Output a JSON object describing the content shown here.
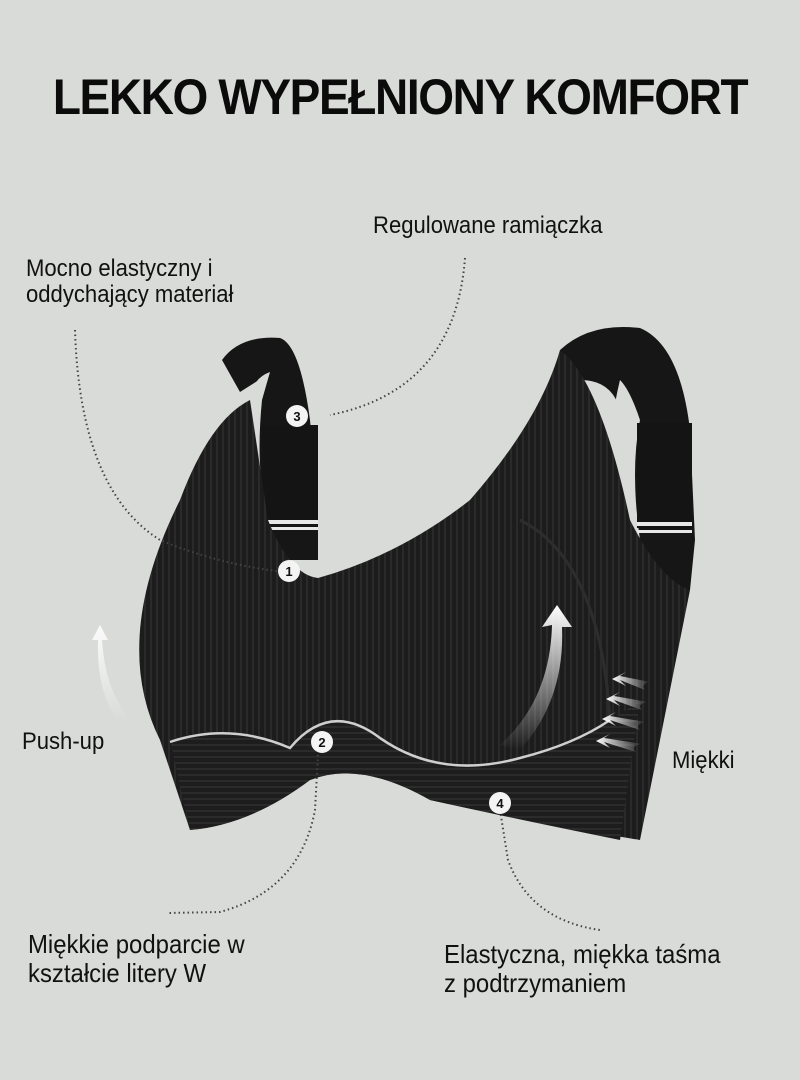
{
  "page": {
    "title": "LEKKO WYPEŁNIONY KOMFORT",
    "background_color": "#d9dbd8",
    "product_color": "#1b1b1b"
  },
  "callouts": [
    {
      "number": "1",
      "lines": [
        "Mocno elastyczny i",
        "oddychający materiał"
      ]
    },
    {
      "number": "2",
      "lines": [
        "Miękkie podparcie w",
        "kształcie litery W"
      ]
    },
    {
      "number": "3",
      "lines": [
        "Regulowane ramiączka"
      ]
    },
    {
      "number": "4",
      "lines": [
        "Elastyczna, miękka taśma",
        "z podtrzymaniem"
      ]
    }
  ],
  "side_labels": {
    "push_up": "Push-up",
    "soft": "Miękki"
  },
  "icons": [
    "arrow-up-curved-icon",
    "arrows-inward-icon",
    "number-badge-icon",
    "dotted-leader-line"
  ]
}
